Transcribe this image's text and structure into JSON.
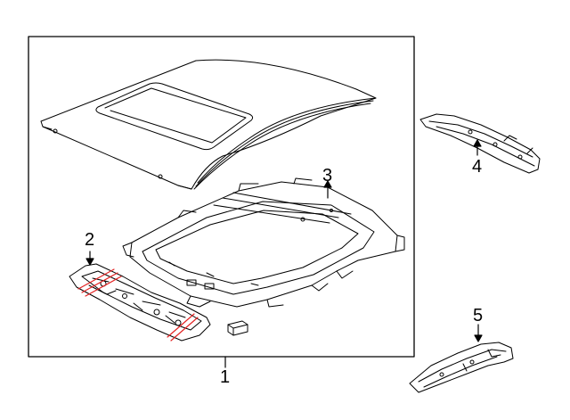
{
  "diagram": {
    "callouts": [
      {
        "id": "1",
        "label": "1",
        "part": "roof-panel-assembly"
      },
      {
        "id": "2",
        "label": "2",
        "part": "front-header-panel"
      },
      {
        "id": "3",
        "label": "3",
        "part": "sunroof-reinforcement-frame"
      },
      {
        "id": "4",
        "label": "4",
        "part": "side-rail"
      },
      {
        "id": "5",
        "label": "5",
        "part": "rear-rail-bracket"
      }
    ],
    "colors": {
      "line": "#000000",
      "cut_mark": "#e32222",
      "background": "#ffffff"
    }
  }
}
